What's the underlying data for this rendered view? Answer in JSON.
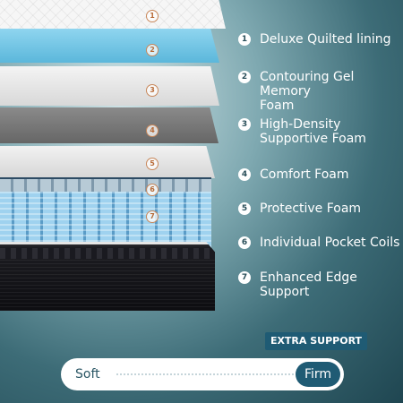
{
  "layers": [
    {
      "num": "1",
      "label": "Deluxe Quilted lining"
    },
    {
      "num": "2",
      "label": "Contouring Gel Memory\n Foam"
    },
    {
      "num": "3",
      "label": "High-Density\nSupportive Foam"
    },
    {
      "num": "4",
      "label": "Comfort Foam"
    },
    {
      "num": "5",
      "label": "Protective Foam"
    },
    {
      "num": "6",
      "label": "Individual Pocket Coils"
    },
    {
      "num": "7",
      "label": "Enhanced Edge Support"
    }
  ],
  "layer_badges": [
    "1",
    "2",
    "3",
    "4",
    "5",
    "6",
    "7"
  ],
  "extra_support": "EXTRA SUPPORT",
  "firmness": {
    "soft_label": "Soft",
    "firm_label": "Firm",
    "selected": "Firm"
  },
  "colors": {
    "accent": "#1f5b74",
    "gel_blue": "#5bb7db",
    "badge_orange": "#b86a36",
    "coil_blue": "#9fd2ef"
  }
}
